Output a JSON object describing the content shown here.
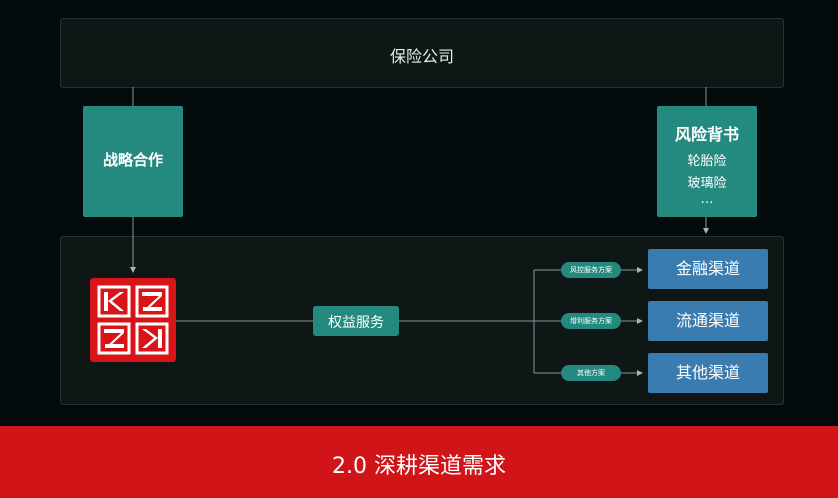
{
  "insurer": {
    "label": "保险公司"
  },
  "strategy": {
    "label": "战略合作"
  },
  "risk": {
    "title": "风险背书",
    "items": [
      "轮胎险",
      "玻璃险",
      "…"
    ]
  },
  "rights": {
    "label": "权益服务"
  },
  "plans": [
    "风控服务方案",
    "增利服务方案",
    "其他方案"
  ],
  "channels": [
    "金融渠道",
    "流通渠道",
    "其他渠道"
  ],
  "footer": {
    "title": "2.0 深耕渠道需求"
  },
  "colors": {
    "teal": "#248a80",
    "blue": "#3a7bb0",
    "brand_red": "#d81418",
    "footer_red": "#d01417",
    "background": "#030a0b"
  },
  "icons": {
    "logo": "brand-logo-icon"
  }
}
